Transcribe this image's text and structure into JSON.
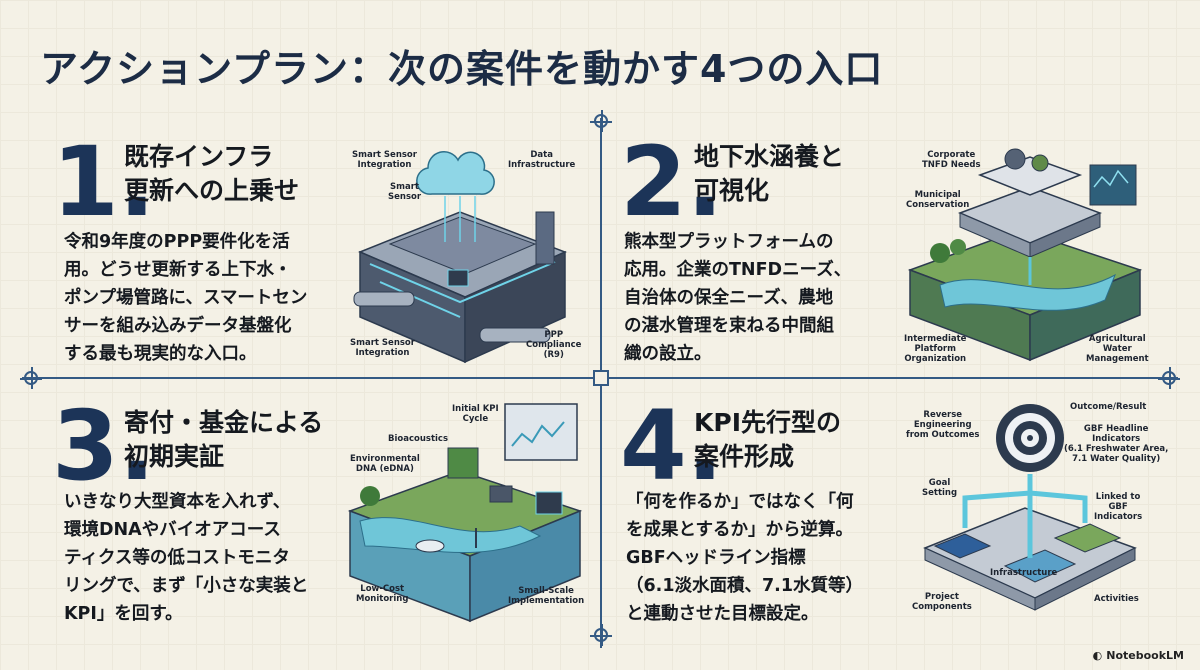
{
  "title": "アクションプラン：次の案件を動かす4つの入口",
  "footer": {
    "brand": "NotebookLM"
  },
  "colors": {
    "background": "#f4f1e6",
    "accent": "#345a84",
    "title": "#1c2c45",
    "water": "#6fc6d8",
    "terrain": "#6f9a55"
  },
  "q1": {
    "number": "1.",
    "heading_line1": "既存インフラ",
    "heading_line2": "更新への上乗せ",
    "desc_lines": [
      "令和9年度のPPP要件化を活",
      "用。どうせ更新する上下水・",
      "ポンプ場管路に、スマートセン",
      "サーを組み込みデータ基盤化",
      "する最も現実的な入口。"
    ],
    "labels": {
      "sensor_integration_top": "Smart Sensor\nIntegration",
      "smart_sensor": "Smart\nSensor",
      "data_infra": "Data\nInfrastructure",
      "sensor_integration_bottom": "Smart Sensor\nIntegration",
      "ppp": "PPP\nCompliance\n(R9)"
    }
  },
  "q2": {
    "number": "2.",
    "heading_line1": "地下水涵養と",
    "heading_line2": "可視化",
    "desc_lines": [
      "熊本型プラットフォームの",
      "応用。企業のTNFDニーズ、",
      "自治体の保全ニーズ、農地",
      "の湛水管理を束ねる中間組",
      "織の設立。"
    ],
    "labels": {
      "corporate": "Corporate\nTNFD Needs",
      "municipal": "Municipal\nConservation",
      "intermediate": "Intermediate\nPlatform\nOrganization",
      "agricultural": "Agricultural\nWater\nManagement"
    }
  },
  "q3": {
    "number": "3.",
    "heading_line1": "寄付・基金による",
    "heading_line2": "初期実証",
    "desc_lines": [
      "いきなり大型資本を入れず、",
      "環境DNAやバイオアコース",
      "ティクス等の低コストモニタ",
      "リングで、まず「小さな実装と",
      "KPI」を回す。"
    ],
    "labels": {
      "kpi_cycle": "Initial KPI\nCycle",
      "bioacoustics": "Bioacoustics",
      "edna": "Environmental\nDNA (eDNA)",
      "low_cost": "Low-Cost\nMonitoring",
      "small_scale": "Small-Scale\nImplementation"
    }
  },
  "q4": {
    "number": "4.",
    "heading_line1": "KPI先行型の",
    "heading_line2": "案件形成",
    "desc_lines": [
      "「何を作るか」ではなく「何",
      "を成果とするか」から逆算。",
      "GBFヘッドライン指標",
      "（6.1淡水面積、7.1水質等）",
      "と連動させた目標設定。"
    ],
    "labels": {
      "reverse": "Reverse\nEngineering\nfrom Outcomes",
      "outcome": "Outcome/Result",
      "gbf_headline": "GBF Headline\nIndicators\n(6.1 Freshwater Area,\n7.1 Water Quality)",
      "goal": "Goal\nSetting",
      "linked": "Linked to\nGBF\nIndicators",
      "infrastructure": "Infrastructure",
      "project": "Project\nComponents",
      "activities": "Activities"
    }
  }
}
